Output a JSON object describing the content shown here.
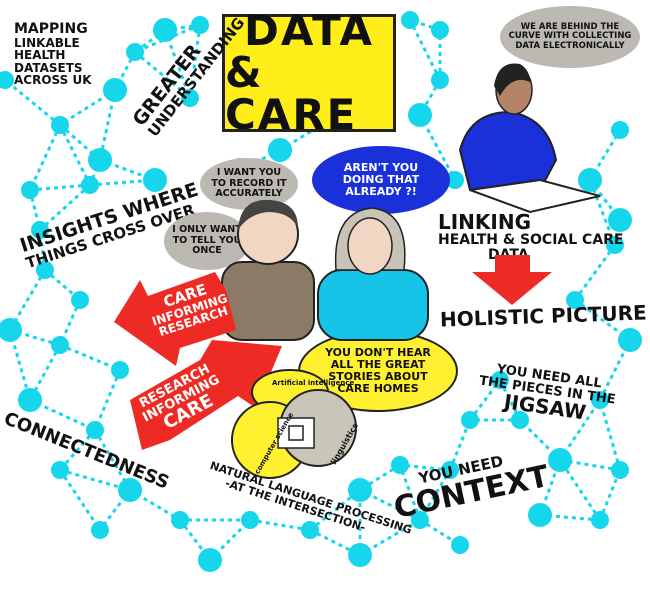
{
  "title": {
    "line1": "DATA",
    "line2": "& CARE"
  },
  "colors": {
    "node": "#16d6ec",
    "title_bg": "#ffee1a",
    "arrow": "#ee2a24",
    "speech_blue": "#1a30d8",
    "speech_grey": "#bcb9b2",
    "speech_yellow": "#fff130"
  },
  "labels": {
    "mapping": [
      "MAPPING",
      "LINKABLE",
      "HEALTH",
      "DATASETS",
      "ACROSS UK"
    ],
    "greater": [
      "GREATER",
      "UNDERSTANDING"
    ],
    "insights": [
      "INSIGHTS WHERE",
      "THINGS CROSS OVER"
    ],
    "connectedness": "CONNECTEDNESS",
    "linking": [
      "LINKING",
      "HEALTH & SOCIAL CARE",
      "DATA"
    ],
    "holistic": "HOLISTIC PICTURE",
    "jigsaw": [
      "YOU NEED ALL",
      "THE PIECES IN THE",
      "JIGSAW"
    ],
    "context": [
      "YOU NEED",
      "CONTEXT"
    ],
    "nlp": [
      "NATURAL LANGUAGE PROCESSING",
      "-AT THE INTERSECTION-"
    ]
  },
  "arrows": {
    "care_informing": [
      "CARE",
      "INFORMING",
      "RESEARCH"
    ],
    "research_informing": [
      "RESEARCH",
      "INFORMING",
      "CARE"
    ]
  },
  "speech": {
    "curve": "WE ARE BEHIND THE CURVE WITH COLLECTING DATA ELECTRONICALLY",
    "record": "I WANT YOU TO RECORD IT ACCURATELY",
    "once": "I ONLY WANT TO TELL YOU ONCE",
    "already": "AREN'T YOU DOING THAT ALREADY ?!",
    "stories": "YOU DON'T HEAR ALL THE GREAT STORIES ABOUT CARE HOMES"
  },
  "venn": {
    "ai": "Artificial intelligence",
    "cs": "computer science",
    "ling": "linguistics"
  }
}
